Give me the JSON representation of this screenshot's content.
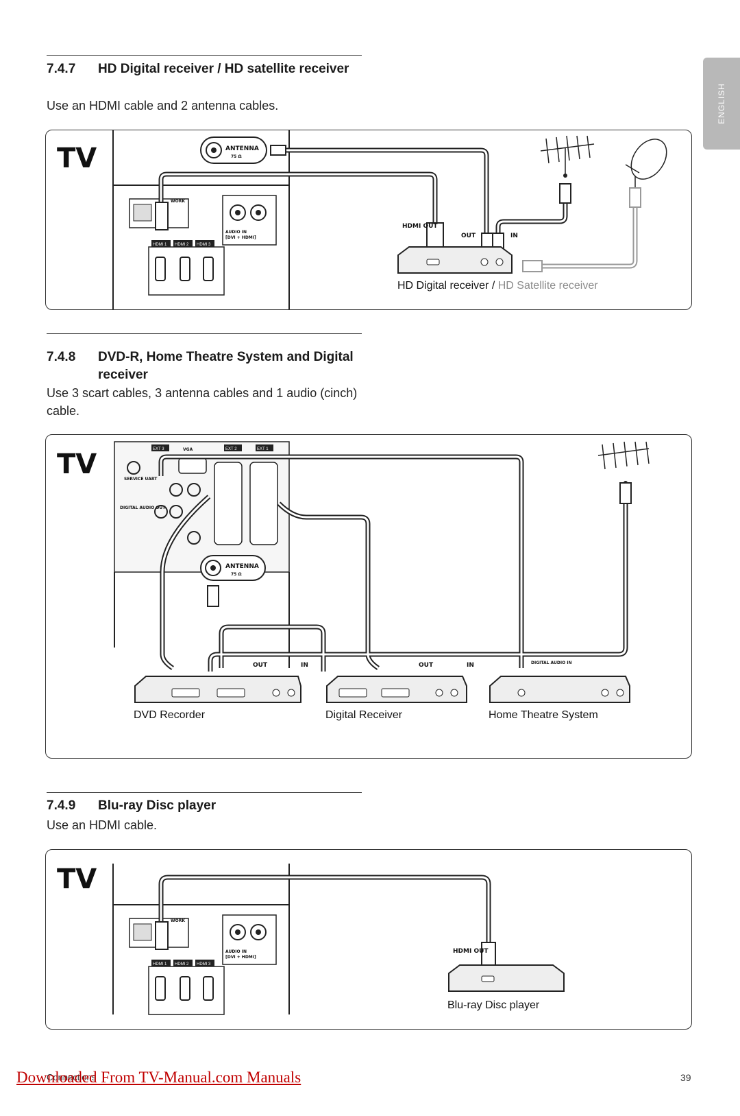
{
  "language_tab": "ENGLISH",
  "sections": [
    {
      "number": "7.4.7",
      "title": "HD Digital receiver / HD satellite receiver",
      "body": "Use an HDMI cable and 2 antenna cables.",
      "figure": {
        "tv_label": "TV",
        "antenna_label": "ANTENNA",
        "antenna_sub": "75 Ω",
        "network_label": "WORK",
        "audio_in_label": "AUDIO IN",
        "audio_in_sub": "[DVI + HDMI]",
        "hdmi_ports": [
          "HDMI 1",
          "HDMI 2",
          "HDMI 3"
        ],
        "device_port_hdmi_out": "HDMI OUT",
        "device_port_out": "OUT",
        "device_port_in": "IN",
        "caption_main": "HD Digital receiver",
        "caption_sep": " / ",
        "caption_alt": "HD Satellite receiver"
      }
    },
    {
      "number": "7.4.8",
      "title": "DVD-R, Home Theatre System and Digital receiver",
      "body": "Use 3 scart cables, 3 antenna cables and 1 audio (cinch) cable.",
      "figure": {
        "tv_label": "TV",
        "ext_labels": [
          "EXT 3",
          "EXT 2",
          "EXT 1"
        ],
        "vga_label": "VGA",
        "service_label": "SERVICE UART",
        "digital_audio_out": "DIGITAL AUDIO OUT",
        "antenna_label": "ANTENNA",
        "antenna_sub": "75 Ω",
        "port_out": "OUT",
        "port_in": "IN",
        "digital_audio_in": "DIGITAL AUDIO IN",
        "captions": [
          "DVD Recorder",
          "Digital Receiver",
          "Home Theatre System"
        ]
      }
    },
    {
      "number": "7.4.9",
      "title": "Blu-ray Disc player",
      "body": "Use an HDMI cable.",
      "figure": {
        "tv_label": "TV",
        "network_label": "WORK",
        "audio_in_label": "AUDIO IN",
        "audio_in_sub": "[DVI + HDMI]",
        "hdmi_ports": [
          "HDMI 1",
          "HDMI 2",
          "HDMI 3"
        ],
        "device_port_hdmi_out": "HDMI OUT",
        "caption": "Blu-ray Disc player"
      }
    }
  ],
  "footer": {
    "left": "Connections",
    "link": "Downloaded From TV-Manual.com Manuals",
    "page_number": "39"
  }
}
